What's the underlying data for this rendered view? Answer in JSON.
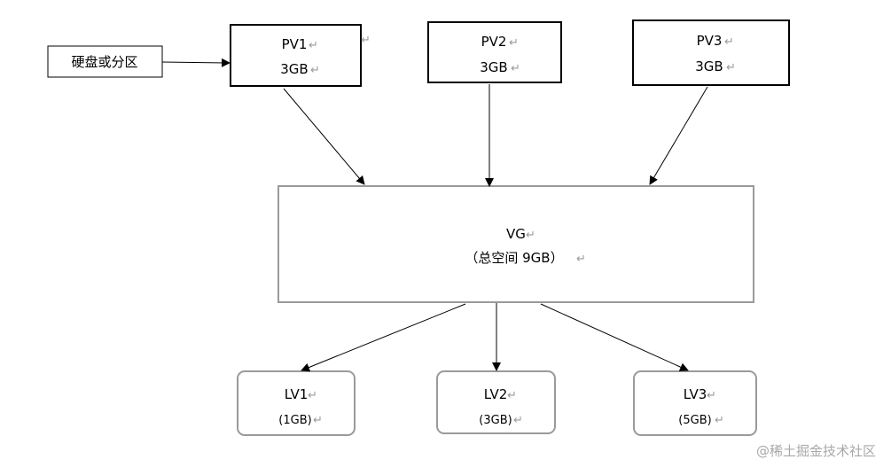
{
  "source_box": {
    "label": "硬盘或分区"
  },
  "physical_volumes": [
    {
      "name": "PV1",
      "size": "3GB"
    },
    {
      "name": "PV2",
      "size": "3GB"
    },
    {
      "name": "PV3",
      "size": "3GB"
    }
  ],
  "volume_group": {
    "name": "VG",
    "total": "（总空间 9GB）"
  },
  "logical_volumes": [
    {
      "name": "LV1",
      "size": "(1GB)"
    },
    {
      "name": "LV2",
      "size": "(3GB)"
    },
    {
      "name": "LV3",
      "size": "(5GB)"
    }
  ],
  "paragraph_mark": "↵",
  "watermark": "@稀土掘金技术社区",
  "colors": {
    "pv_border": "#000000",
    "vg_border": "#9a9a9a",
    "lv_border": "#9a9a9a",
    "arrow": "#000000",
    "para_mark": "#9a9a9a",
    "watermark": "#a8a8a8"
  }
}
